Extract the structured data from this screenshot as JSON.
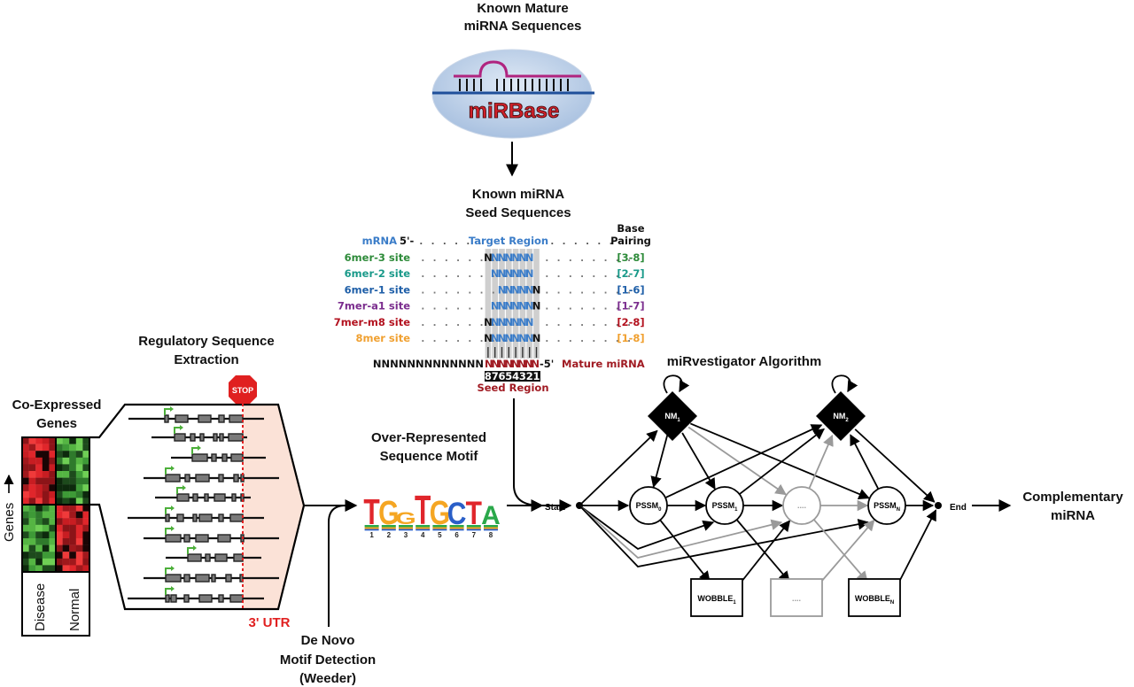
{
  "titles": {
    "known_mature": [
      "Known Mature",
      "miRNA Sequences"
    ],
    "mirbase_logo": "miRBase",
    "known_seed": [
      "Known miRNA",
      "Seed Sequences"
    ],
    "regulatory": [
      "Regulatory Sequence",
      "Extraction"
    ],
    "coexpressed": [
      "Co-Expressed",
      "Genes"
    ],
    "over_represented": [
      "Over-Represented",
      "Sequence Motif"
    ],
    "de_novo": [
      "De Novo",
      "Motif Detection",
      "(Weeder)"
    ],
    "algorithm": "miRvestigator Algorithm",
    "complementary": [
      "Complementary",
      "miRNA"
    ]
  },
  "heatmap": {
    "axis_label": "Genes",
    "columns": [
      "Disease",
      "Normal"
    ]
  },
  "extraction": {
    "stop_sign": "STOP",
    "utr_label": "3' UTR"
  },
  "seed_table": {
    "mrna_label": "mRNA",
    "mrna_prefix": "5'-",
    "target_region": "Target Region",
    "base_pairing_header": [
      "Base",
      "Pairing"
    ],
    "sites": [
      {
        "name": "6mer-3 site",
        "pairing": "[3-8]",
        "color": "#2e8b3a",
        "pattern": "N NNNNN  "
      },
      {
        "name": "6mer-2 site",
        "pairing": "[2-7]",
        "color": "#1a9a8a",
        "pattern": "  NNNNNN "
      },
      {
        "name": "6mer-1 site",
        "pairing": "[1-6]",
        "color": "#1f5fa8",
        "pattern": "   NNNNNN"
      },
      {
        "name": "7mer-a1 site",
        "pairing": "[1-7]",
        "color": "#7b2d8e",
        "pattern": "  NNNNNNN"
      },
      {
        "name": "7mer-m8 site",
        "pairing": "[2-8]",
        "color": "#b3121f",
        "pattern": "NNNNNNN  "
      },
      {
        "name": "8mer site",
        "pairing": "[1-8]",
        "color": "#f0a030",
        "pattern": "NNNNNNNN"
      }
    ],
    "mature_prefix": "NNNNNNNNNNNNN",
    "mature_seed": "NNNNNNNN",
    "mature_suffix": "-5'",
    "mature_label": "Mature miRNA",
    "seed_positions": [
      "8",
      "7",
      "6",
      "5",
      "4",
      "3",
      "2",
      "1"
    ],
    "seed_region_label": "Seed Region"
  },
  "motif_logo": {
    "letters": [
      "T",
      "G",
      "G",
      "T",
      "G",
      "C",
      "T",
      "A"
    ],
    "positions": [
      "1",
      "2",
      "3",
      "4",
      "5",
      "6",
      "7",
      "8"
    ]
  },
  "algorithm": {
    "start": "Start",
    "end": "End",
    "nm_nodes": [
      {
        "base": "NM",
        "sub": "1"
      },
      {
        "base": "NM",
        "sub": "2"
      }
    ],
    "pssm_nodes": [
      {
        "base": "PSSM",
        "sub": "0"
      },
      {
        "base": "PSSM",
        "sub": "1"
      },
      {
        "base": "....",
        "sub": ""
      },
      {
        "base": "PSSM",
        "sub": "N"
      }
    ],
    "wobble_nodes": [
      {
        "base": "WOBBLE",
        "sub": "1"
      },
      {
        "base": "....",
        "sub": ""
      },
      {
        "base": "WOBBLE",
        "sub": "N"
      }
    ]
  },
  "colors": {
    "mirbase_oval": "#b8cde6",
    "mirna_strand": "#b0247f",
    "mrna_strand": "#1f4f9a",
    "mirbase_text": "#d0202a",
    "target_blue": "#3a7cc8",
    "seed_red": "#a01a22",
    "utr_fill": "#fbe2d7",
    "stop_red": "#e02020",
    "heat_red": "#e0262b",
    "heat_green": "#55b543",
    "gray_path": "#9a9a9a"
  }
}
